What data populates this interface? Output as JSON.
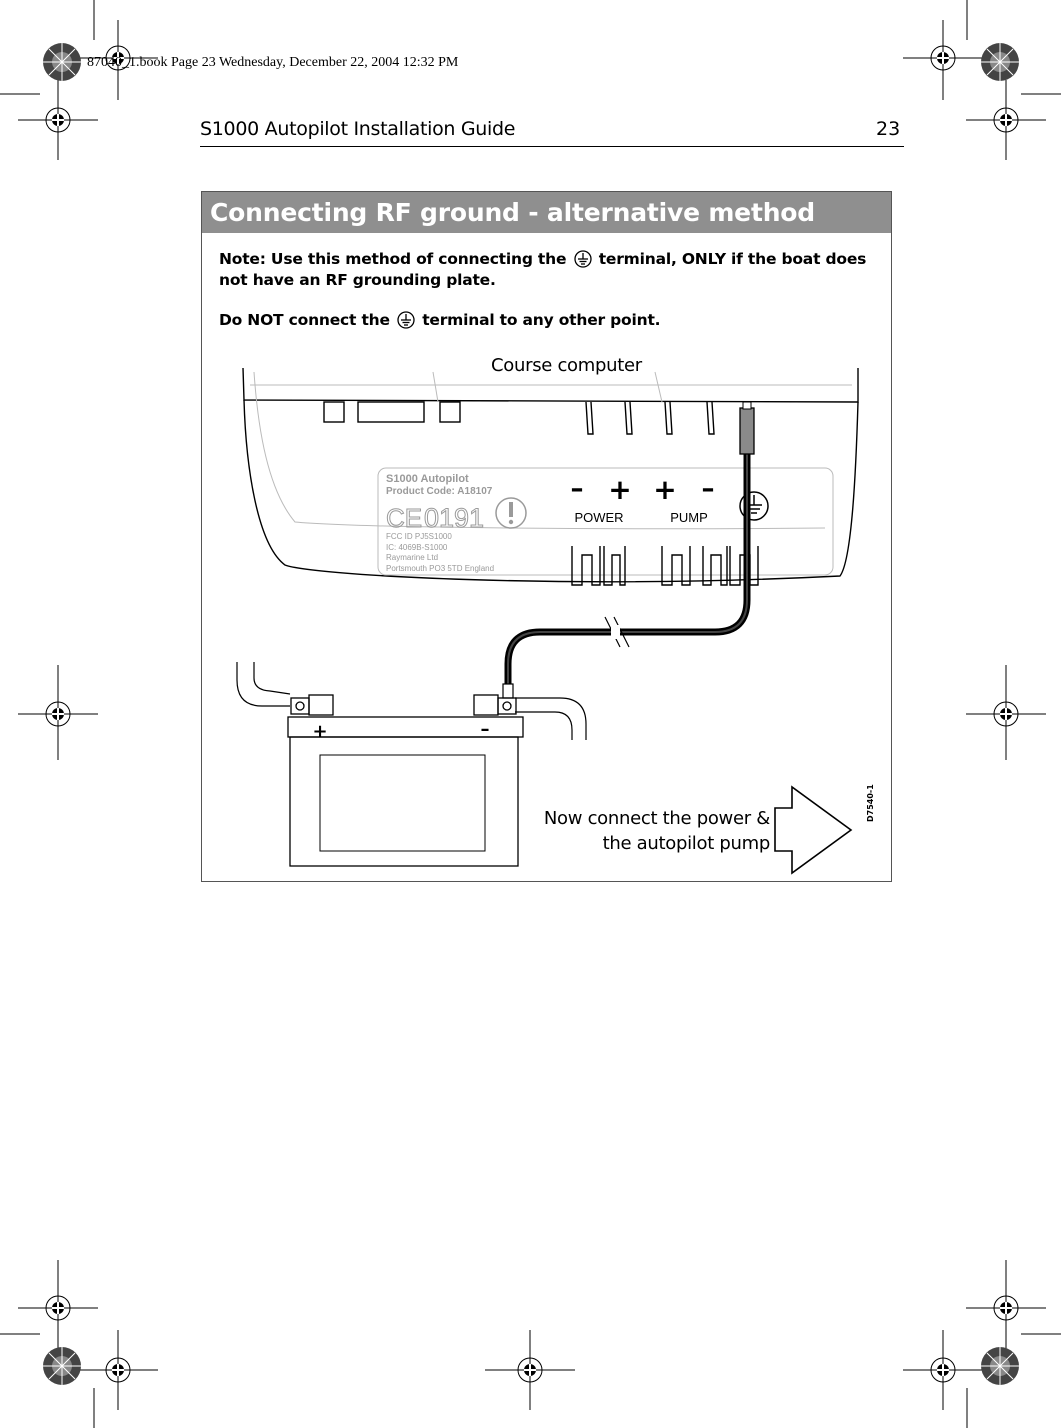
{
  "print_marks": {
    "book_line": "87040_1.book  Page 23  Wednesday, December 22, 2004  12:32 PM"
  },
  "header": {
    "running_title": "S1000 Autopilot Installation Guide",
    "page_number": "23"
  },
  "panel": {
    "title": "Connecting RF ground - alternative method",
    "note_part1": "Note: Use this method of connecting the",
    "note_part2": "terminal, ONLY if the boat does not have an RF grounding plate.",
    "warn_part1": "Do NOT connect the",
    "warn_part2": "terminal to any other point."
  },
  "diagram": {
    "course_computer_label": "Course computer",
    "unit_title": "S1000 Autopilot",
    "product_code": "Product Code: A18107",
    "ce_mark": "0191",
    "fcc_id": "FCC ID PJ5S1000",
    "ic_code": "IC: 4069B-S1000",
    "maker": "Raymarine Ltd",
    "address": "Portsmouth PO3 5TD England",
    "power_label": "POWER",
    "pump_label": "PUMP",
    "terminal_signs": [
      "–",
      "+",
      "+",
      "–"
    ],
    "battery_plus": "+",
    "battery_minus": "–",
    "next_step_line1": "Now connect the power &",
    "next_step_line2": "the autopilot pump",
    "figure_id": "D7540-1"
  },
  "colors": {
    "title_bar": "#8f8f8f",
    "cable": "#1a1a1a",
    "ground_post": "#8a8a8a",
    "label_grey": "#9a9a9a"
  }
}
